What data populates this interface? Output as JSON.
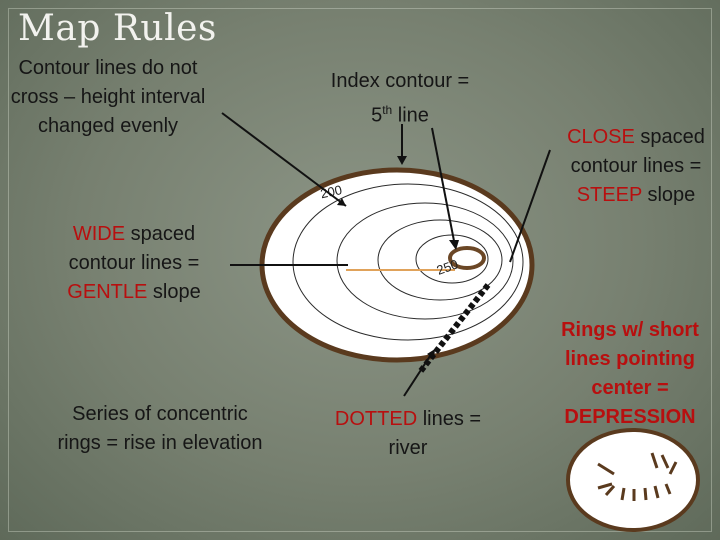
{
  "title": "Map Rules",
  "rules": {
    "contour": "Contour lines do not cross – height interval changed evenly",
    "index_prefix": "Index contour =",
    "index_number": "5",
    "index_sup": "th",
    "index_suffix": " line",
    "close_1": "CLOSE",
    "close_2": " spaced contour lines = ",
    "close_3": "STEEP",
    "close_4": " slope",
    "wide_1": "WIDE",
    "wide_2": " spaced contour lines = ",
    "wide_3": "GENTLE",
    "wide_4": " slope",
    "concentric": "Series of concentric rings = rise in elevation",
    "dotted_1": "DOTTED",
    "dotted_2": " lines = river",
    "depression_1": "Rings w/ short lines pointing ",
    "depression_2": "center",
    "depression_3": " = DEPRESSION"
  },
  "map_labels": {
    "outer_index": "200",
    "peak": "250"
  },
  "colors": {
    "background": "#778070",
    "map_fill": "#ffffff",
    "map_border": "#5a3a1e",
    "peak_ring": "#6b4726",
    "river": "#111111",
    "highlight_text": "#b80f0f",
    "orange_line": "#e0a25a"
  }
}
